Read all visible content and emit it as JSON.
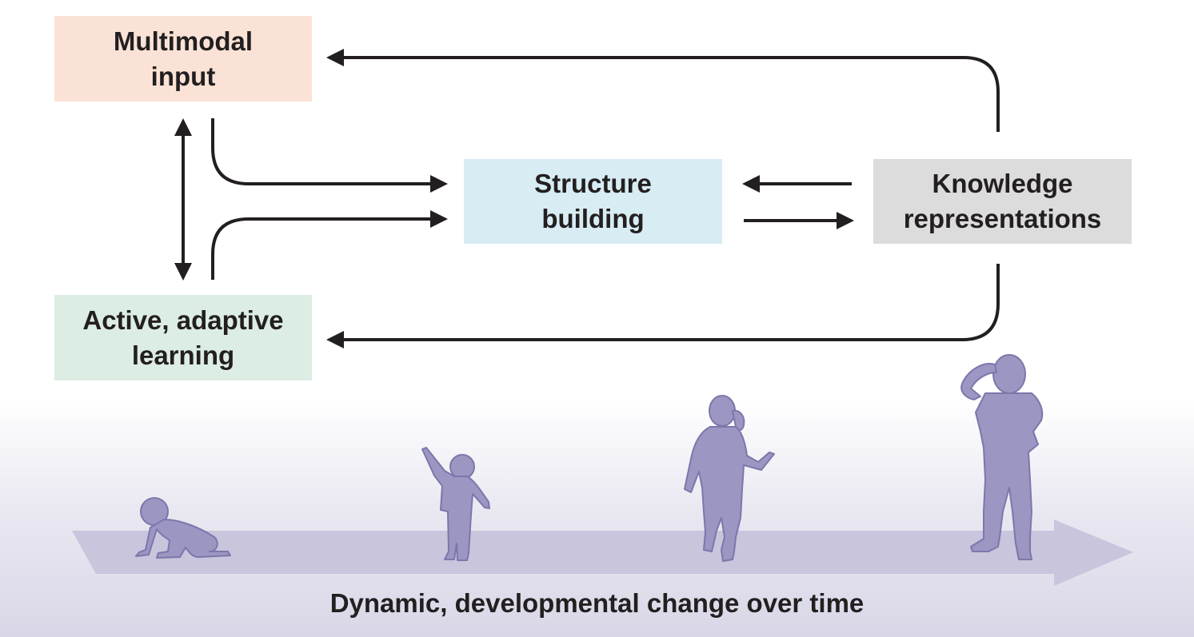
{
  "boxes": {
    "multimodal_input": {
      "line1": "Multimodal",
      "line2": "input"
    },
    "structure_building": {
      "line1": "Structure",
      "line2": "building"
    },
    "knowledge_representations": {
      "line1": "Knowledge",
      "line2": "representations"
    },
    "active_learning": {
      "line1": "Active, adaptive",
      "line2": "learning"
    }
  },
  "timeline": {
    "caption": "Dynamic, developmental change over time",
    "stages": [
      "crawling-infant-silhouette",
      "pointing-toddler-silhouette",
      "walking-child-silhouette",
      "standing-child-silhouette"
    ]
  },
  "colors": {
    "input_box": "#fae3d6",
    "structure_box": "#d7ecf3",
    "knowledge_box": "#dcdcdc",
    "active_box": "#dcede3",
    "arrow": "#231f20",
    "timeline_arrow": "#c8c5dc",
    "silhouette": "#9b97c2",
    "silhouette_outline": "#7c77ab"
  }
}
